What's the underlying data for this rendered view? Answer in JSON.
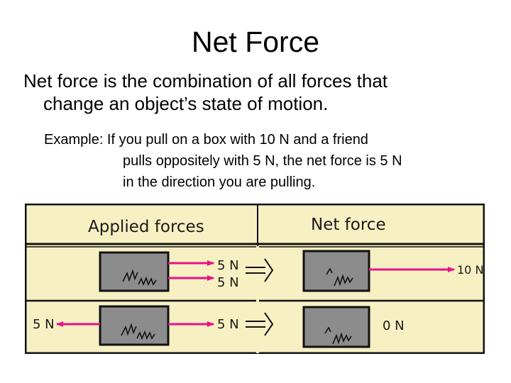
{
  "slide": {
    "title": "Net Force",
    "bullet_line1": "Net force is the combination of all forces that",
    "bullet_line2": "change an object’s state of motion.",
    "example_line1": "Example: If you pull on a box with 10 N and a friend",
    "example_line2": "pulls oppositely with 5 N, the net force is 5 N",
    "example_line3": "in the direction you are pulling."
  },
  "diagram": {
    "header_applied": "Applied forces",
    "header_net": "Net force",
    "row1": {
      "force_a": "5 N",
      "force_b": "5 N",
      "net": "10 N"
    },
    "row2": {
      "left_force": "5 N",
      "right_force": "5 N",
      "net": "0 N"
    },
    "colors": {
      "panel_background": "#f7f0c2",
      "box_fill": "#8c8c8c",
      "arrow": "#e8128c",
      "frame": "#111111"
    }
  }
}
